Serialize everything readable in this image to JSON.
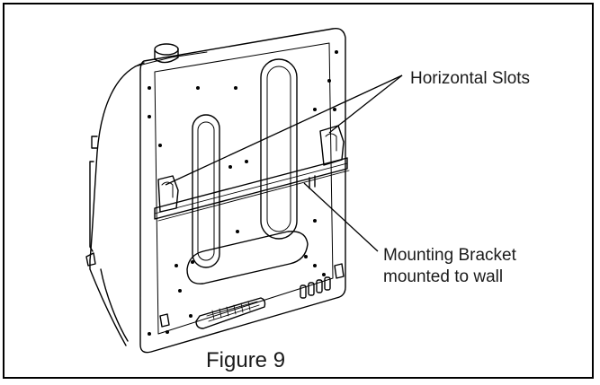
{
  "labels": {
    "horizontal_slots": "Horizontal Slots",
    "bracket_line1": "Mounting Bracket",
    "bracket_line2": "mounted to wall"
  },
  "caption": "Figure 9",
  "colors": {
    "line": "#000000",
    "background": "#ffffff"
  }
}
